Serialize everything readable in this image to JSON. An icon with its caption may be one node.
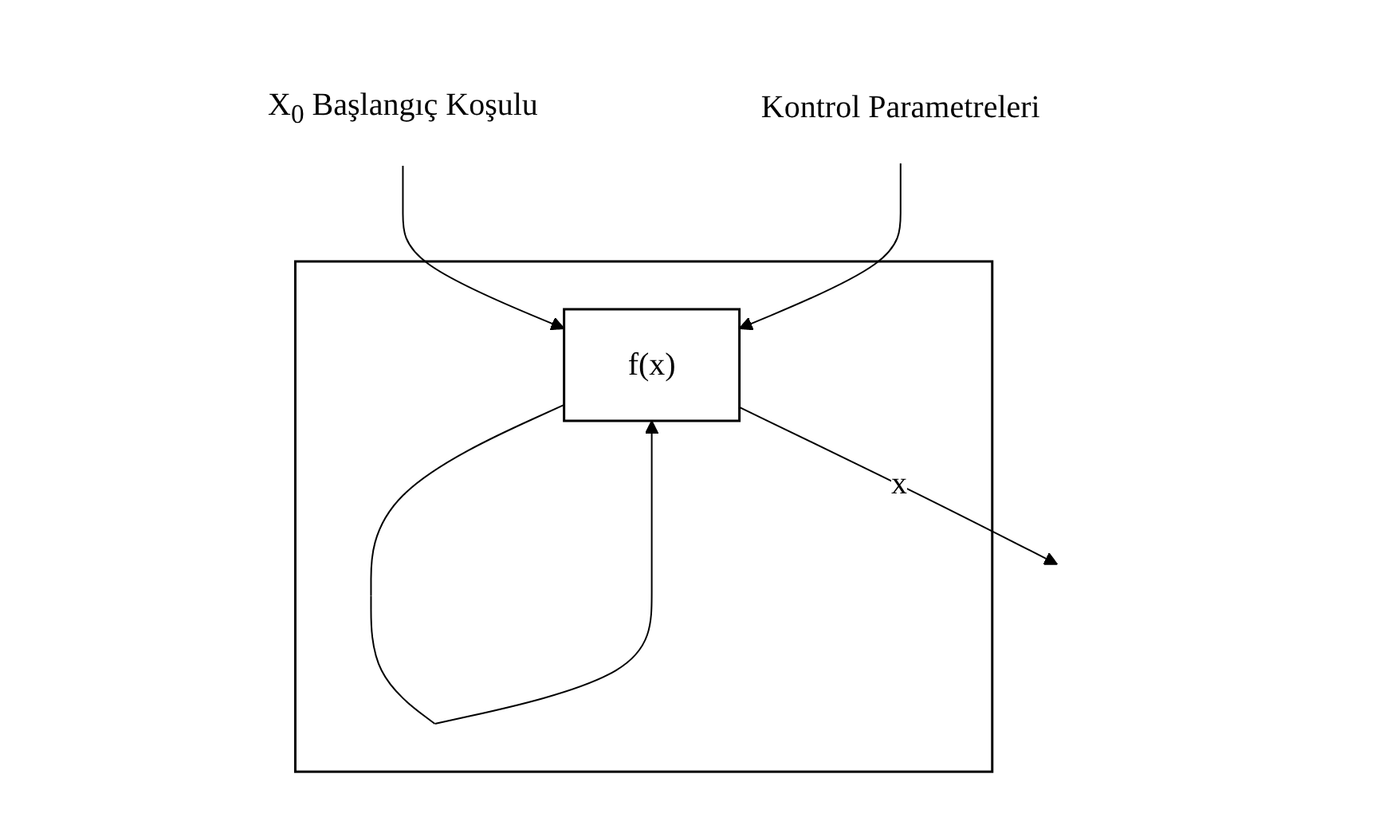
{
  "diagram": {
    "nodes": [
      {
        "text": [
          "X$_{0}$ Başlangıç Koşulu"
        ]
      },
      {
        "text": [
          "Kontrol Parametreleri"
        ]
      },
      {
        "text": [],
        "shape": "box"
      },
      {
        "text": [
          "f(x)"
        ],
        "in": 2
      }
    ],
    "edges": [
      {
        "from": 0,
        "to": 3,
        "arrow": "to"
      },
      {
        "from": 1,
        "to": 3,
        "arrow": "to"
      },
      {
        "from": 3,
        "to": null,
        "label": "x",
        "arrow": "to"
      },
      {
        "from": 3,
        "to": 3,
        "arrow": "to"
      }
    ]
  }
}
